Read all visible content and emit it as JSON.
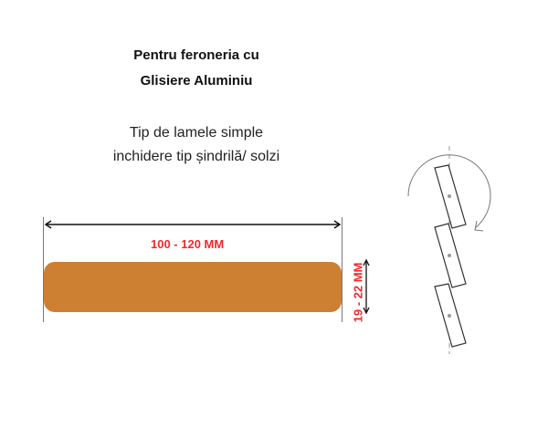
{
  "heading": {
    "line1": "Pentru feroneria cu",
    "line2": "Glisiere Aluminiu"
  },
  "subheading": {
    "line1": "Tip de lamele simple",
    "line2": "inchidere tip șindrilă/ solzi"
  },
  "plank": {
    "width_label": "100 - 120 MM",
    "thickness_label": "19 - 22 MM",
    "color": "#cd7f32"
  },
  "colors": {
    "dimension_text": "#ee2a2a",
    "arrow": "#111111",
    "sketch_line": "#333333"
  },
  "diagram": {
    "description": "overlapping shingle slats with rotation arrow",
    "slat_count": 3
  }
}
